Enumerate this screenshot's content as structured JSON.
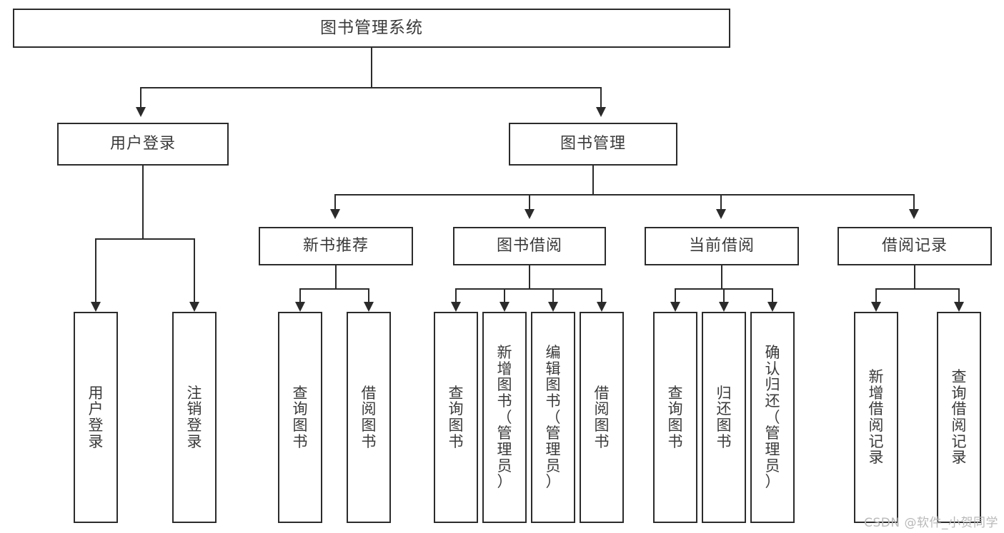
{
  "diagram": {
    "type": "tree",
    "title": "图书管理系统",
    "root": {
      "label": "图书管理系统"
    },
    "level2": [
      {
        "label": "用户登录"
      },
      {
        "label": "图书管理"
      }
    ],
    "level3": [
      {
        "label": "新书推荐"
      },
      {
        "label": "图书借阅"
      },
      {
        "label": "当前借阅"
      },
      {
        "label": "借阅记录"
      }
    ],
    "leaves": {
      "user_login": [
        {
          "label": "用户登录"
        },
        {
          "label": "注销登录"
        }
      ],
      "new_book_recommend": [
        {
          "label": "查询图书"
        },
        {
          "label": "借阅图书"
        }
      ],
      "book_borrow": [
        {
          "label": "查询图书"
        },
        {
          "label": "新增图书（管理员）"
        },
        {
          "label": "编辑图书（管理员）"
        },
        {
          "label": "借阅图书"
        }
      ],
      "current_borrow": [
        {
          "label": "查询图书"
        },
        {
          "label": "归还图书"
        },
        {
          "label": "确认归还（管理员）"
        }
      ],
      "borrow_record": [
        {
          "label": "新增借阅记录"
        },
        {
          "label": "查询借阅记录"
        }
      ]
    }
  },
  "watermark": {
    "text": "CSDN @软件_小贺同学"
  },
  "colors": {
    "stroke": "#2b2b2b",
    "text": "#3a3a3a",
    "background": "#ffffff",
    "watermark": "#b9b9b9"
  }
}
